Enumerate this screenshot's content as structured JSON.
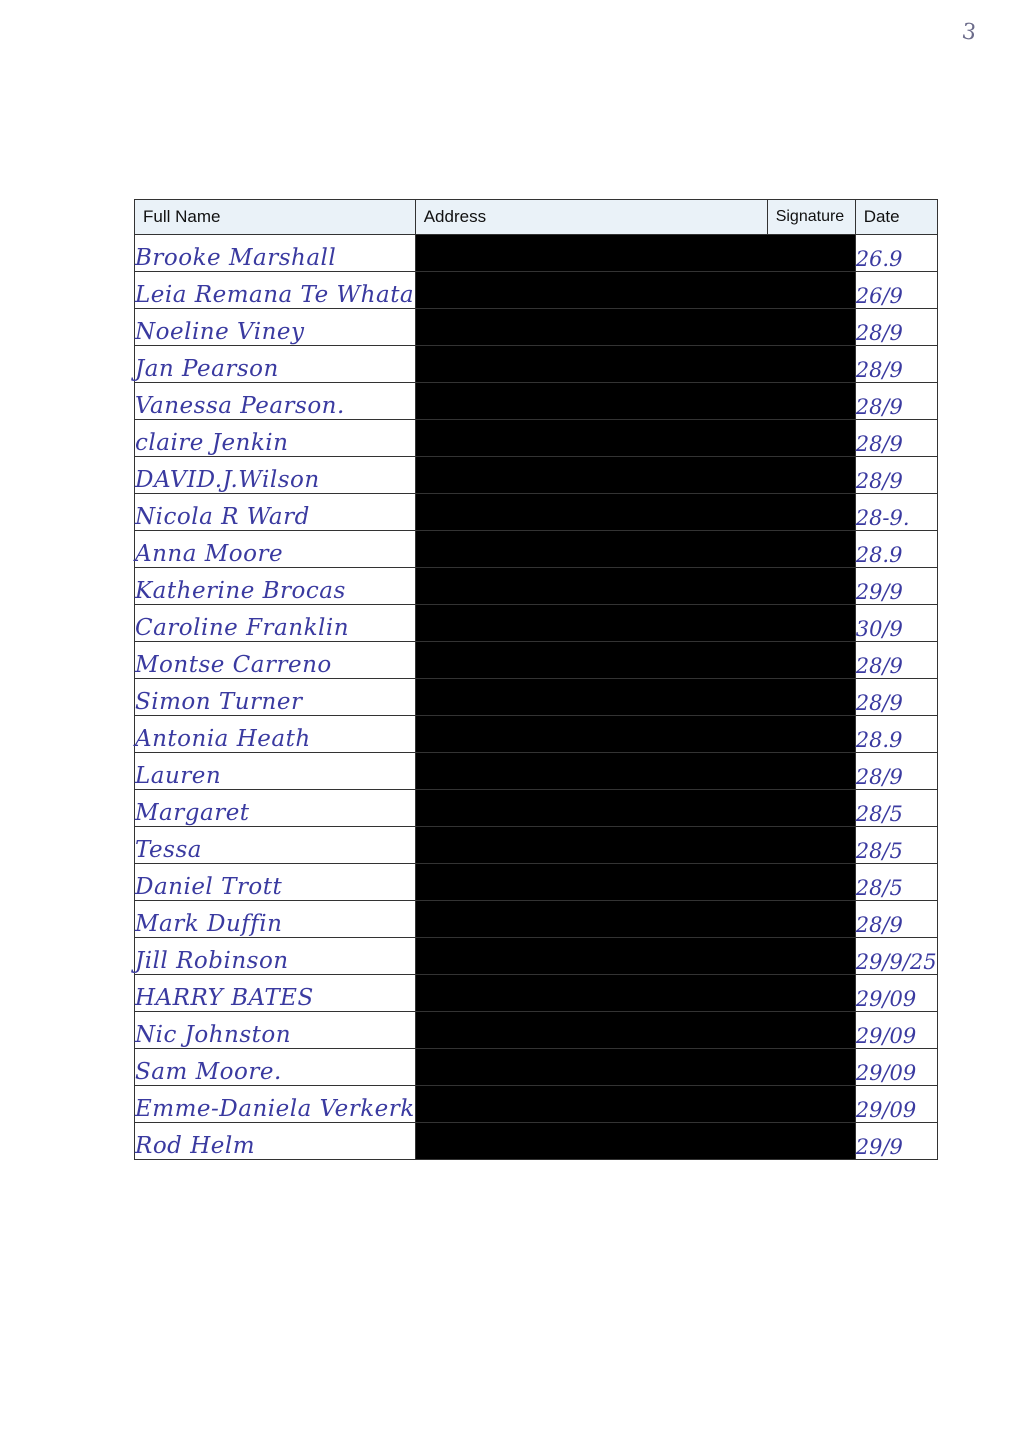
{
  "page_number": "3",
  "headers": {
    "name": "Full Name",
    "address": "Address",
    "signature": "Signature",
    "date": "Date"
  },
  "rows": [
    {
      "name": "Brooke Marshall",
      "date": "26.9"
    },
    {
      "name": "Leia Remana Te Whata",
      "date": "26/9"
    },
    {
      "name": "Noeline Viney",
      "date": "28/9"
    },
    {
      "name": "Jan Pearson",
      "date": "28/9"
    },
    {
      "name": "Vanessa Pearson.",
      "date": "28/9"
    },
    {
      "name": "claire Jenkin",
      "date": "28/9"
    },
    {
      "name": "DAVID.J.Wilson",
      "date": "28/9"
    },
    {
      "name": "Nicola R Ward",
      "date": "28-9."
    },
    {
      "name": "Anna Moore",
      "date": "28.9"
    },
    {
      "name": "Katherine Brocas",
      "date": "29/9"
    },
    {
      "name": "Caroline Franklin",
      "date": "30/9"
    },
    {
      "name": "Montse Carreno",
      "date": "28/9"
    },
    {
      "name": "Simon Turner",
      "date": "28/9"
    },
    {
      "name": "Antonia Heath",
      "date": "28.9"
    },
    {
      "name": "Lauren",
      "date": "28/9"
    },
    {
      "name": "Margaret",
      "date": "28/5"
    },
    {
      "name": "Tessa",
      "date": "28/5"
    },
    {
      "name": "Daniel Trott",
      "date": "28/5"
    },
    {
      "name": "Mark Duffin",
      "date": "28/9"
    },
    {
      "name": "Jill Robinson",
      "date": "29/9/25"
    },
    {
      "name": "HARRY BATES",
      "date": "29/09"
    },
    {
      "name": "Nic Johnston",
      "date": "29/09"
    },
    {
      "name": "Sam Moore.",
      "date": "29/09"
    },
    {
      "name": "Emme-Daniela Verkerk",
      "date": "29/09"
    },
    {
      "name": "Rod Helm",
      "date": "29/9"
    }
  ]
}
